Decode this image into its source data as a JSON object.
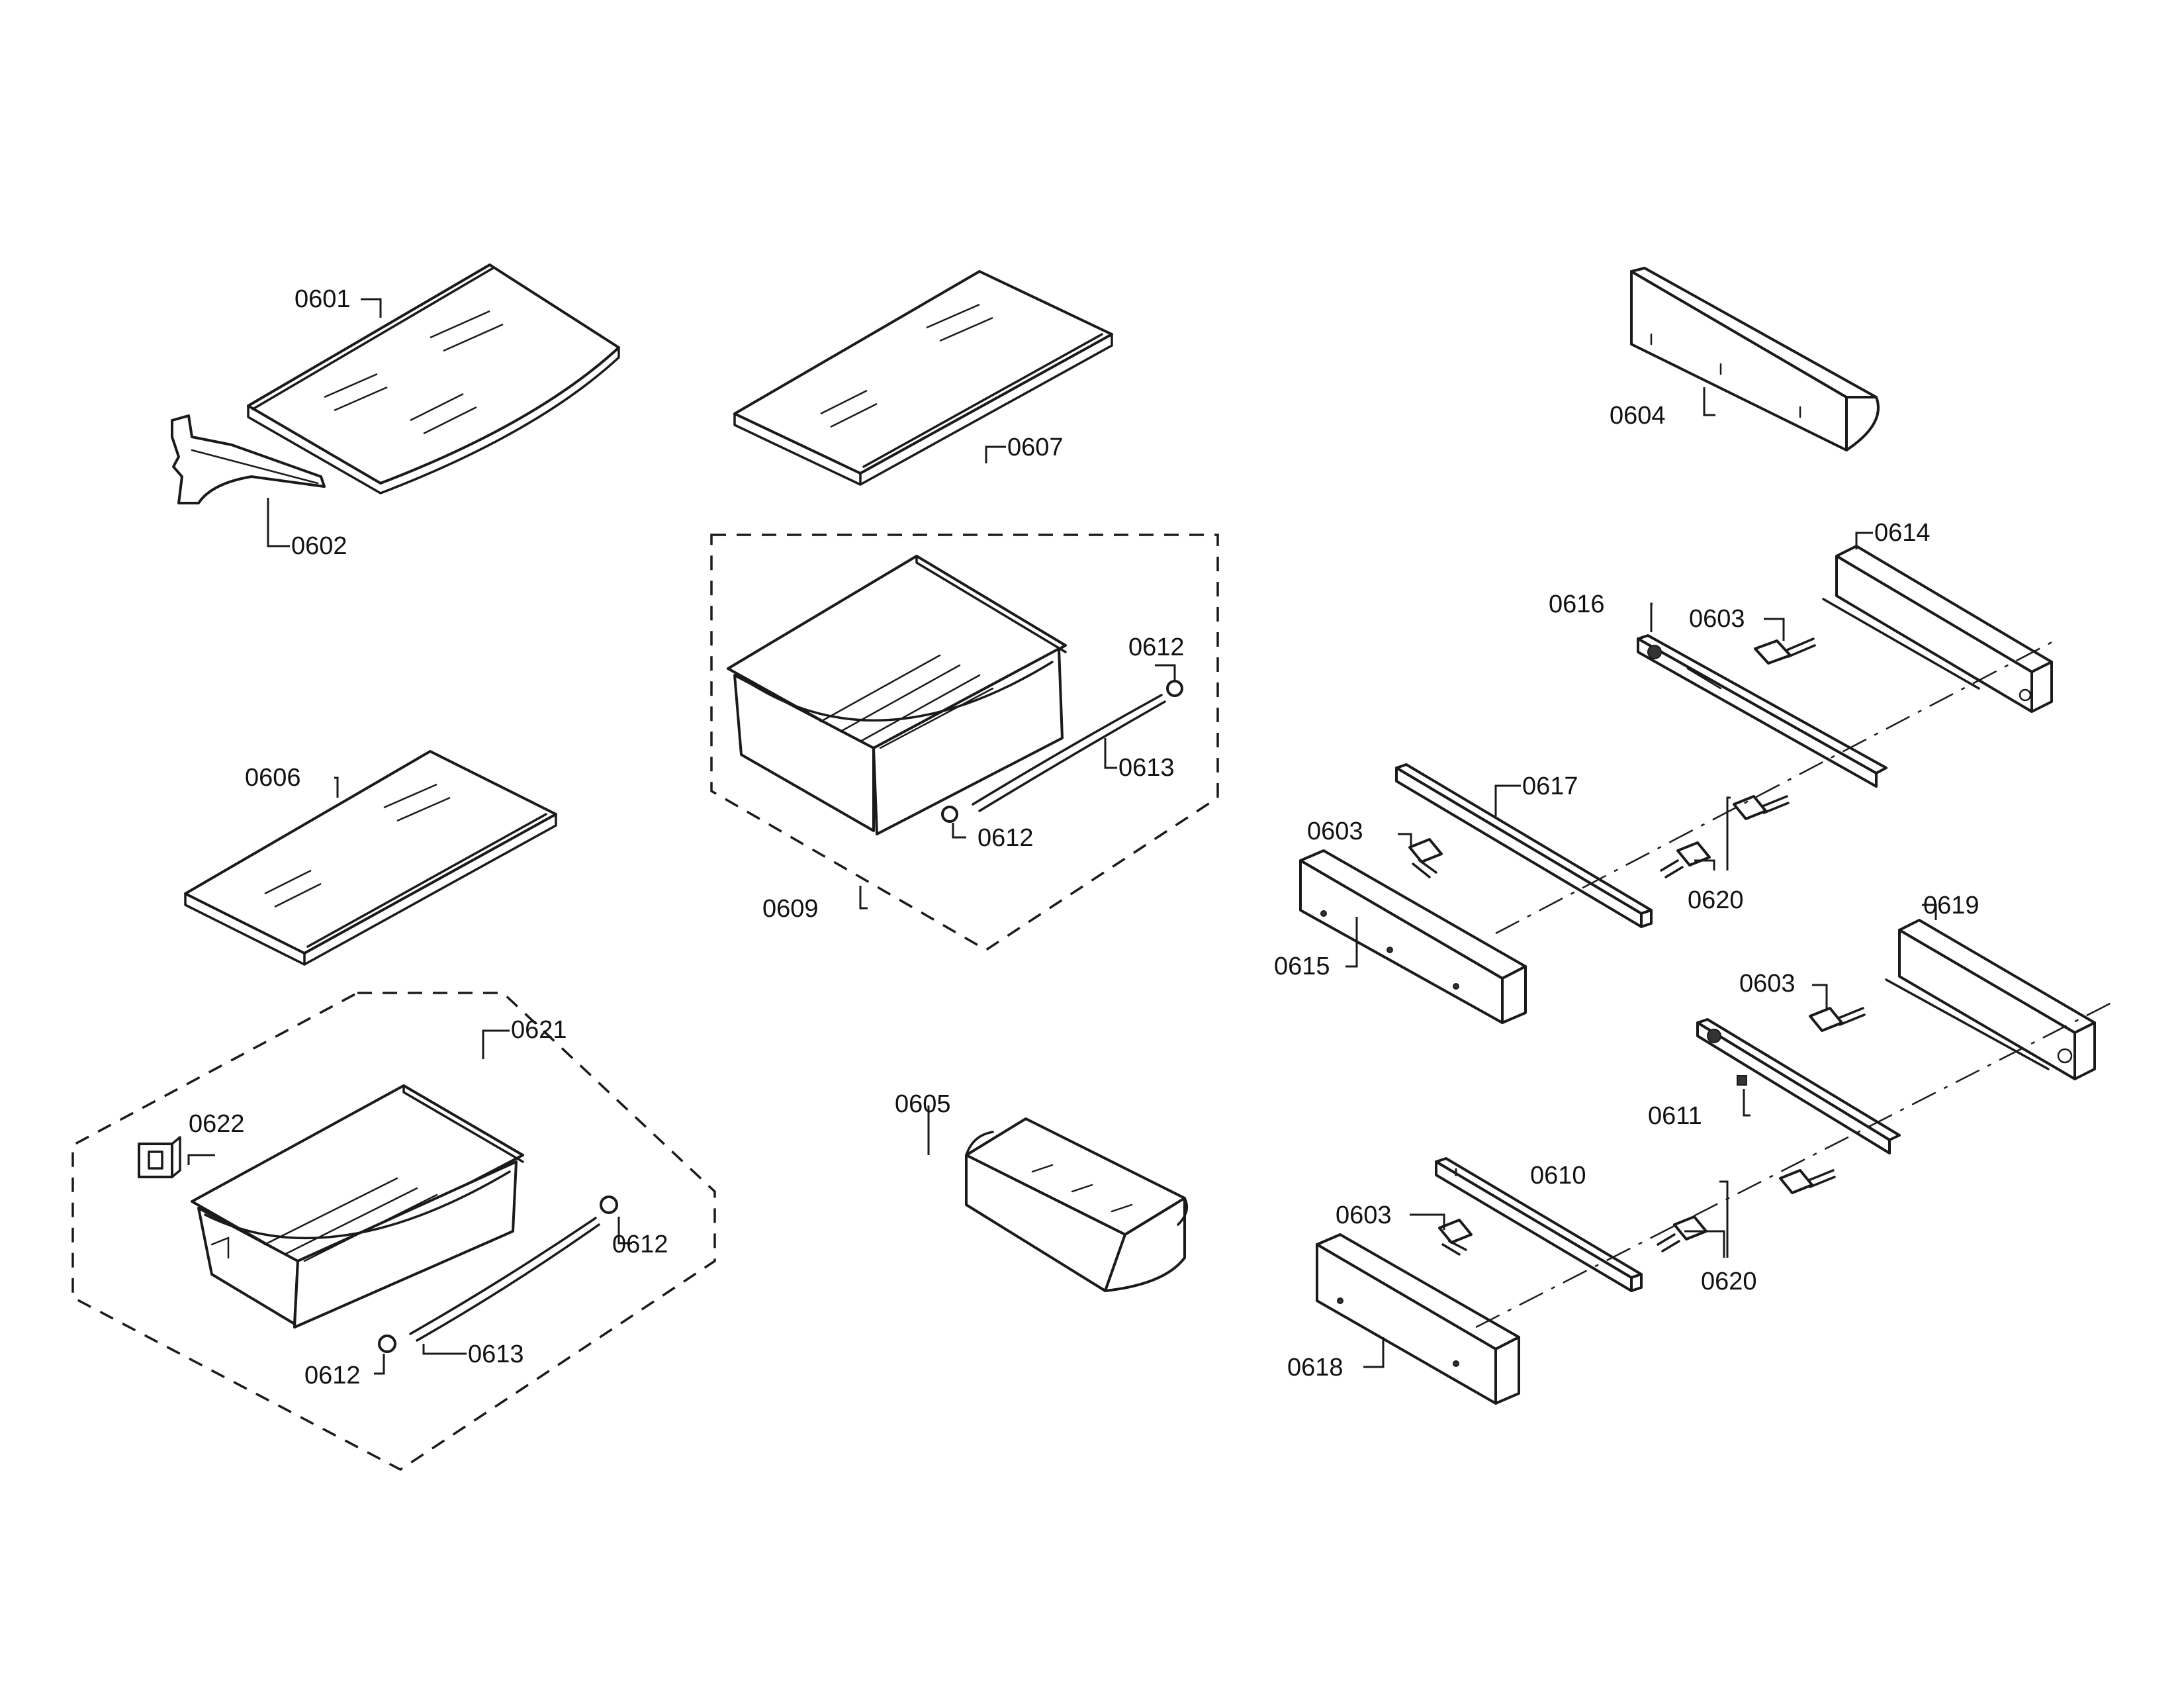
{
  "callouts": {
    "c0601": "0601",
    "c0602": "0602",
    "c0603a": "0603",
    "c0603b": "0603",
    "c0603c": "0603",
    "c0603d": "0603",
    "c0604": "0604",
    "c0605": "0605",
    "c0606": "0606",
    "c0607": "0607",
    "c0609": "0609",
    "c0610": "0610",
    "c0611": "0611",
    "c0612a": "0612",
    "c0612b": "0612",
    "c0612c": "0612",
    "c0612d": "0612",
    "c0613a": "0613",
    "c0613b": "0613",
    "c0614": "0614",
    "c0615": "0615",
    "c0616": "0616",
    "c0617": "0617",
    "c0618": "0618",
    "c0619": "0619",
    "c0620a": "0620",
    "c0620b": "0620",
    "c0621": "0621",
    "c0622": "0622"
  }
}
